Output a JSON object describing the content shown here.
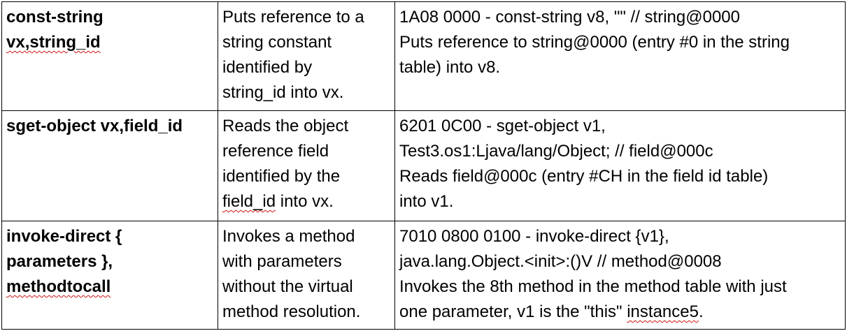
{
  "rows": [
    {
      "instruction": {
        "lines": [
          {
            "text": "const-string",
            "flagged": false
          },
          {
            "text": "vx,string_id",
            "flagged": true
          }
        ]
      },
      "description": {
        "lines": [
          {
            "text": "Puts reference to a"
          },
          {
            "text": "string constant"
          },
          {
            "text": "identified by"
          },
          {
            "text": "string_id into vx."
          }
        ]
      },
      "example": {
        "lines": [
          {
            "text": "1A08 0000 - const-string v8, \"\" // string@0000"
          },
          {
            "text": "Puts reference to string@0000 (entry #0 in the string"
          },
          {
            "text": "table) into v8."
          }
        ]
      }
    },
    {
      "instruction": {
        "lines": [
          {
            "text": "sget-object vx,field_id",
            "flagged": false
          }
        ]
      },
      "description": {
        "lines": [
          {
            "text": "Reads the object"
          },
          {
            "text": "reference field"
          },
          {
            "text": "identified by the"
          },
          {
            "pre": "",
            "flagged": "field_id",
            "post": " into vx."
          }
        ]
      },
      "example": {
        "lines": [
          {
            "text": "6201 0C00 - sget-object v1,"
          },
          {
            "text": "Test3.os1:Ljava/lang/Object; // field@000c"
          },
          {
            "text": "Reads field@000c (entry #CH in the field id table)"
          },
          {
            "text": "into v1."
          }
        ]
      }
    },
    {
      "instruction": {
        "lines": [
          {
            "text": "invoke-direct {",
            "flagged": false
          },
          {
            "text": "parameters },",
            "flagged": false
          },
          {
            "text": "methodtocall",
            "flagged": true
          }
        ]
      },
      "description": {
        "lines": [
          {
            "text": "Invokes a method"
          },
          {
            "text": "with parameters"
          },
          {
            "text": "without the virtual"
          },
          {
            "text": "method resolution."
          }
        ]
      },
      "example": {
        "lines": [
          {
            "text": "7010 0800 0100 - invoke-direct {v1},"
          },
          {
            "text": "java.lang.Object.<init>:()V // method@0008"
          },
          {
            "text": "Invokes the 8th method in the method table with just"
          },
          {
            "pre": "one parameter, v1 is the \"this\" ",
            "flagged": "instance5",
            "post": "."
          }
        ]
      }
    }
  ]
}
